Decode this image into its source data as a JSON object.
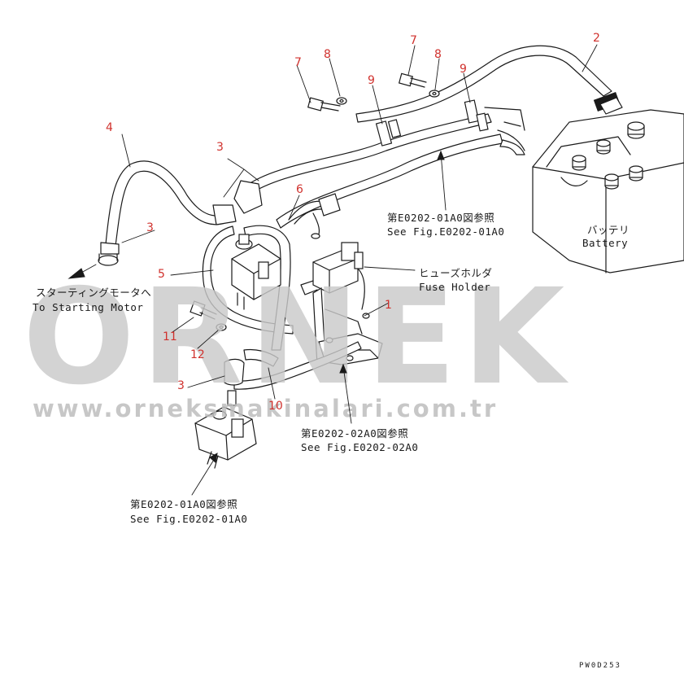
{
  "callouts": {
    "c1": "1",
    "c2": "2",
    "c3a": "3",
    "c3b": "3",
    "c3c": "3",
    "c4": "4",
    "c5": "5",
    "c6": "6",
    "c7a": "7",
    "c7b": "7",
    "c8a": "8",
    "c8b": "8",
    "c9a": "9",
    "c9b": "9",
    "c10": "10",
    "c11": "11",
    "c12": "12"
  },
  "labels": {
    "starting_motor_jp": "スターティングモータへ",
    "starting_motor_en": "To Starting Motor",
    "fuse_holder_jp": "ヒューズホルダ",
    "fuse_holder_en": "Fuse Holder",
    "battery_jp": "バッテリ",
    "battery_en": "Battery",
    "ref_top_jp": "第E0202-01A0図参照",
    "ref_top_en": "See Fig.E0202-01A0",
    "ref_mid_jp": "第E0202-02A0図参照",
    "ref_mid_en": "See Fig.E0202-02A0",
    "ref_bottom_jp": "第E0202-01A0図参照",
    "ref_bottom_en": "See Fig.E0202-01A0",
    "drawing_code": "PW0D253"
  },
  "watermark": {
    "brand": "ORNEK",
    "url": "www.orneksmakinalari.com.tr"
  },
  "colors": {
    "callout": "#d0312d",
    "line": "#1a1a1a",
    "watermark": "#c9c9c9"
  }
}
